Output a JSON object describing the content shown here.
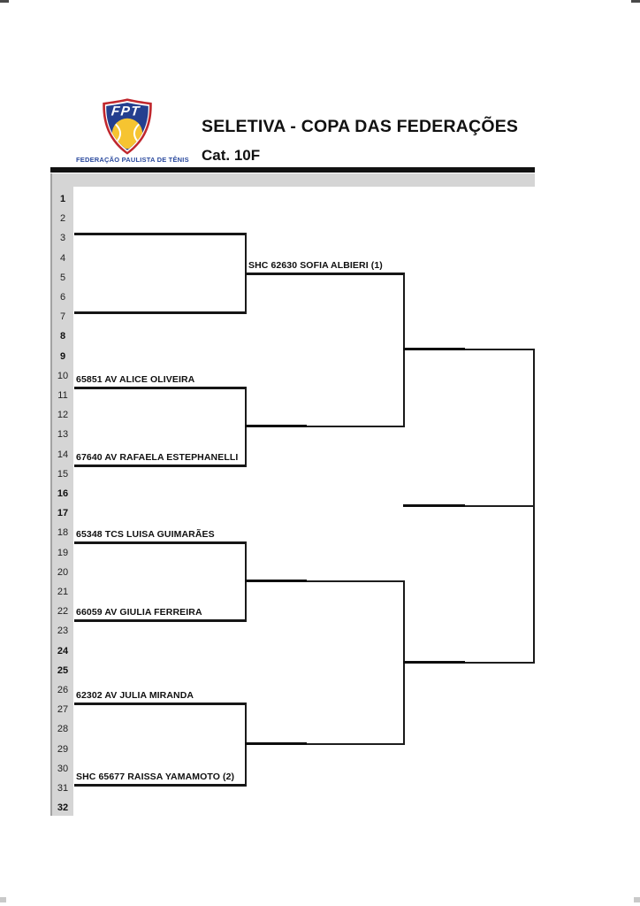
{
  "header": {
    "logo": {
      "acronym": "FPT",
      "org_name": "FEDERAÇÃO PAULISTA DE TÊNIS"
    },
    "title": "SELETIVA - COPA DAS FEDERAÇÕES",
    "subtitle": "Cat. 10F"
  },
  "bracket": {
    "row_count": 32,
    "seed_rows": [
      1,
      8,
      9,
      16,
      17,
      24,
      25,
      32
    ],
    "players": [
      {
        "label": "SHC 62630 SOFIA ALBIERI (1)"
      },
      {
        "label": "65851 AV ALICE OLIVEIRA"
      },
      {
        "label": "67640 AV RAFAELA ESTEPHANELLI"
      },
      {
        "label": "65348 TCS LUISA GUIMARÃES"
      },
      {
        "label": "66059 AV GIULIA FERREIRA"
      },
      {
        "label": "62302 AV JULIA MIRANDA"
      },
      {
        "label": "SHC 65677 RAISSA YAMAMOTO (2)"
      }
    ]
  }
}
